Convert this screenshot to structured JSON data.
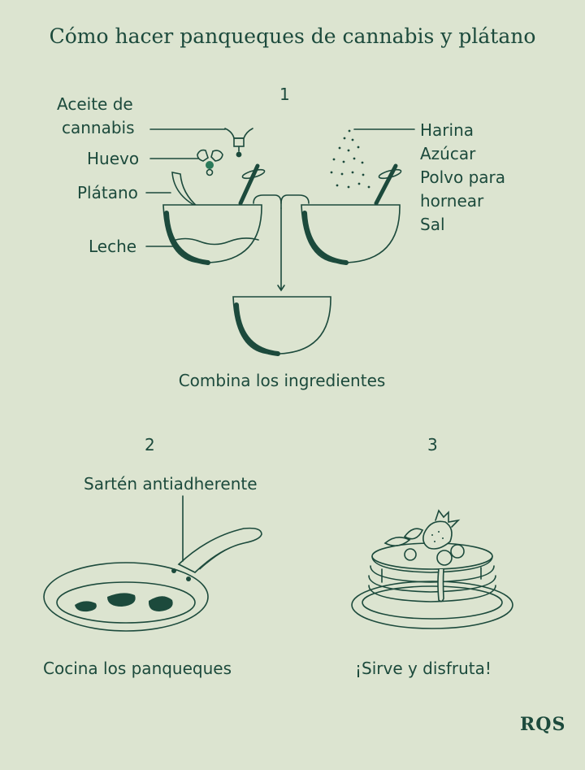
{
  "title": "Cómo hacer panqueques de cannabis y plátano",
  "step1": {
    "number": "1",
    "left_labels": [
      "Aceite de",
      "cannabis",
      "Huevo",
      "Plátano",
      "Leche"
    ],
    "right_labels": [
      "Harina",
      "Azúcar",
      "Polvo para",
      "hornear",
      "Sal"
    ],
    "caption": "Combina los ingredientes"
  },
  "step2": {
    "number": "2",
    "label": "Sartén antiadherente",
    "caption": "Cocina los panqueques"
  },
  "step3": {
    "number": "3",
    "caption": "¡Sirve y disfruta!"
  },
  "logo": "RQS",
  "colors": {
    "background": "#dce4d0",
    "ink": "#1c4a3c",
    "accent": "#2a7a5a"
  }
}
